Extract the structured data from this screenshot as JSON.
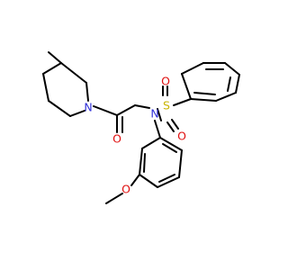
{
  "molecule": {
    "atoms": {
      "N_amine": "N",
      "N_piperidine": "N",
      "S": "S",
      "O_sulfonyl_top": "O",
      "O_sulfonyl_bottom": "O",
      "O_carbonyl": "O",
      "O_methoxy": "O"
    },
    "colors": {
      "bond": "#000000",
      "nitrogen": "#3030d8",
      "oxygen": "#e01010",
      "sulfur": "#c8b400"
    }
  }
}
